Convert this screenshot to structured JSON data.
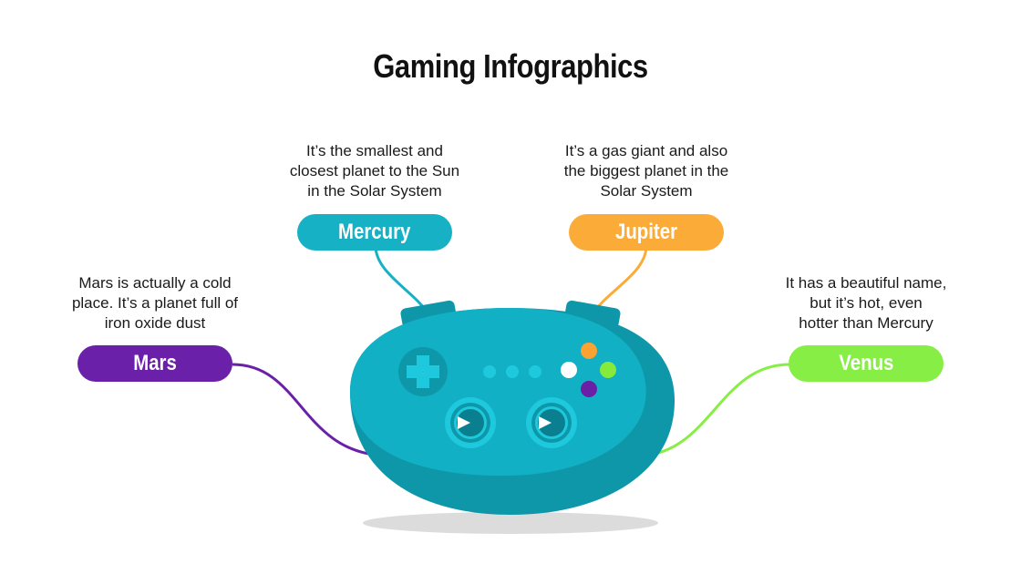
{
  "title": "Gaming Infographics",
  "items": [
    {
      "name": "Mars",
      "color": "#6a20a8",
      "description": "Mars is actually a cold place. It’s a planet full of iron oxide dust",
      "desc_lines": [
        "Mars is actually a cold",
        "place. It’s a planet full of",
        "iron oxide dust"
      ]
    },
    {
      "name": "Mercury",
      "color": "#17b1c6",
      "description": "It’s the smallest and closest planet to the Sun in the Solar System",
      "desc_lines": [
        "It’s the smallest and",
        "closest planet to the Sun",
        "in the Solar System"
      ]
    },
    {
      "name": "Jupiter",
      "color": "#fbab38",
      "description": "It’s a gas giant and also the biggest planet in the Solar System",
      "desc_lines": [
        "It’s a gas giant and also",
        "the biggest planet in the",
        "Solar System"
      ]
    },
    {
      "name": "Venus",
      "color": "#86ee45",
      "description": "It has a beautiful name, but it’s hot, even hotter than Mercury",
      "desc_lines": [
        "It has a beautiful name,",
        "but it’s hot, even",
        "hotter than Mercury"
      ]
    }
  ],
  "illustration": {
    "name": "game-controller",
    "body_color": "#12b0c4",
    "shade_color": "#0e97a9",
    "button_colors": [
      "#fba232",
      "#ffffff",
      "#85ea3b",
      "#6a1fa6"
    ]
  }
}
